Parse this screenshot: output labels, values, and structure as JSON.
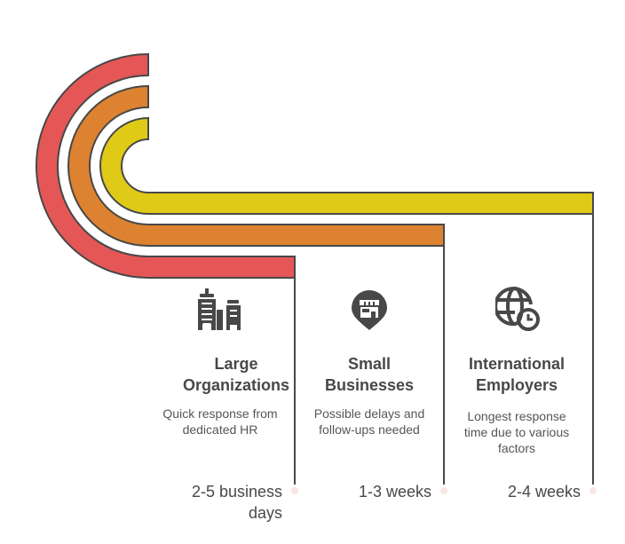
{
  "colors": {
    "red": "#e55757",
    "orange": "#dd8230",
    "yellow": "#dfca17",
    "stroke": "#484848",
    "dot": "#fbe6e6"
  },
  "items": [
    {
      "title_line1": "Large",
      "title_line2": "Organizations",
      "desc_line1": "Quick response from",
      "desc_line2": "dedicated HR",
      "desc_line3": "",
      "value_line1": "2-5 business",
      "value_line2": "days",
      "icon": "office-buildings-icon"
    },
    {
      "title_line1": "Small",
      "title_line2": "Businesses",
      "desc_line1": "Possible delays and",
      "desc_line2": "follow-ups needed",
      "desc_line3": "",
      "value_line1": "1-3 weeks",
      "value_line2": "",
      "icon": "store-location-pin-icon"
    },
    {
      "title_line1": "International",
      "title_line2": "Employers",
      "desc_line1": "Longest response",
      "desc_line2": "time due to various",
      "desc_line3": "factors",
      "value_line1": "2-4 weeks",
      "value_line2": "",
      "icon": "globe-clock-icon"
    }
  ]
}
